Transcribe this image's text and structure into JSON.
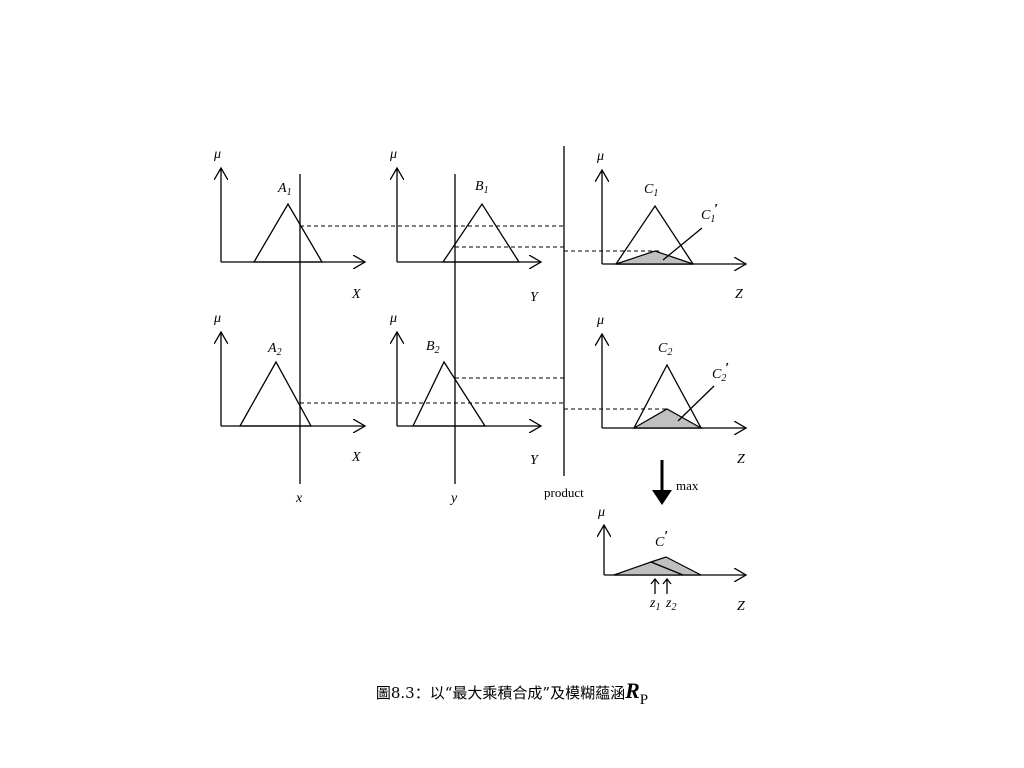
{
  "labels": {
    "mu": "μ",
    "A1": "A",
    "A1_sub": "1",
    "A2": "A",
    "A2_sub": "2",
    "B1": "B",
    "B1_sub": "1",
    "B2": "B",
    "B2_sub": "2",
    "C1": "C",
    "C1_sub": "1",
    "C2": "C",
    "C2_sub": "2",
    "C1p": "C",
    "C1p_sub": "1",
    "C2p": "C",
    "C2p_sub": "2",
    "Cp": "C",
    "prime": "′",
    "X": "X",
    "Y": "Y",
    "Z": "Z",
    "x": "x",
    "y": "y",
    "z1": "z",
    "z1_sub": "1",
    "z2": "z",
    "z2_sub": "2",
    "product": "product",
    "max": "max"
  },
  "caption": {
    "text": "圖8.3：以“最大乘積合成”及模糊蘊涵",
    "symbol": "R",
    "symbol_sub": "P"
  }
}
